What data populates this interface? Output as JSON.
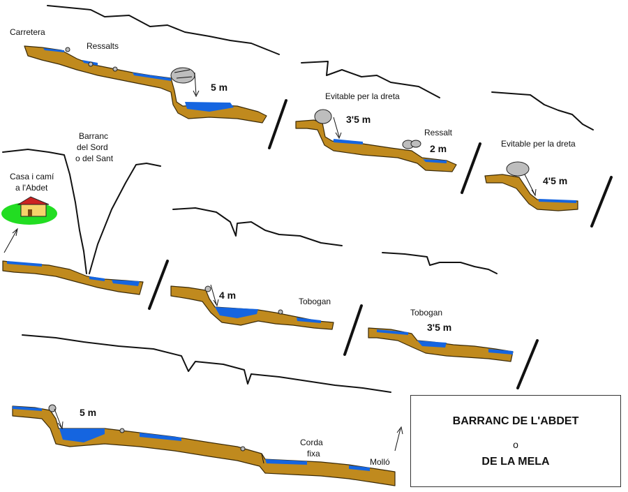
{
  "labels": {
    "carretera": "Carretera",
    "ressalts": "Ressalts",
    "drop_5m_top": "5 m",
    "evitable_1": "Evitable per la dreta",
    "drop_3_5m_top": "3'5 m",
    "ressalt": "Ressalt",
    "drop_2m": "2 m",
    "evitable_2": "Evitable per la dreta",
    "drop_4_5m": "4'5 m",
    "barranc_l1": "Barranc",
    "barranc_l2": "del Sord",
    "barranc_l3": "o del Sant",
    "casa_l1": "Casa i camí",
    "casa_l2": "a l'Abdet",
    "drop_4m": "4 m",
    "tobogan_1": "Tobogan",
    "tobogan_2": "Tobogan",
    "drop_3_5m_mid": "3'5 m",
    "drop_5m_bottom": "5 m",
    "corda_l1": "Corda",
    "corda_l2": "fixa",
    "mollo": "Molló"
  },
  "title": {
    "line1": "BARRANC DE L'ABDET",
    "line2": "o",
    "line3": "DE LA MELA"
  },
  "colors": {
    "ground": "#c08a1e",
    "water": "#1565e0",
    "grass": "#22dd22",
    "roof": "#cc2222",
    "house": "#f5d36a"
  }
}
